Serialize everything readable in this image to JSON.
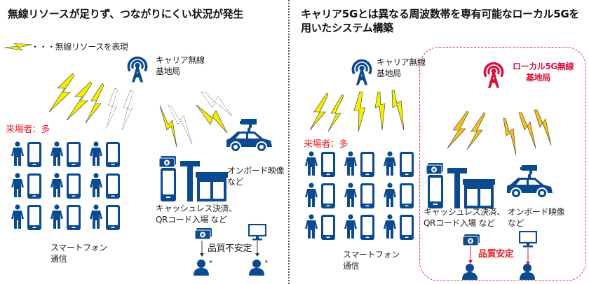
{
  "left_panel": {
    "title": "無線リソースが足りず、つながりにくい状況が発生",
    "legend_text": "・・・無線リソースを表現",
    "carrier_station_label_line1": "キャリア無線",
    "carrier_station_label_line2": "基地局",
    "visitors_label": "来場者：多",
    "smartphone_label_line1": "スマートフォン",
    "smartphone_label_line2": "通信",
    "cashless_label_line1": "キャッシュレス決済、",
    "cashless_label_line2": "QRコード入場 など",
    "onboard_label_line1": "オンボード映像",
    "onboard_label_line2": "など",
    "quality_label": "品質不安定"
  },
  "right_panel": {
    "title_line1": "キャリア5Gとは異なる周波数帯を専有可能なローカル5Gを",
    "title_line2": "用いたシステム構築",
    "carrier_station_label_line1": "キャリア無線",
    "carrier_station_label_line2": "基地局",
    "local_station_label_line1": "ローカル5G無線",
    "local_station_label_line2": "基地局",
    "visitors_label": "来場者：多",
    "smartphone_label_line1": "スマートフォン",
    "smartphone_label_line2": "通信",
    "cashless_label_line1": "キャッシュレス決済、",
    "cashless_label_line2": "QRコード入場 など",
    "onboard_label_line1": "オンボード映像",
    "onboard_label_line2": "など",
    "quality_label": "品質安定"
  },
  "colors": {
    "navy": "#0b4a8f",
    "lightning_yellow": "#f5f000",
    "lightning_orange": "#f7c21a",
    "local_red": "#d8143c",
    "visitor_red": "#e8202a"
  }
}
